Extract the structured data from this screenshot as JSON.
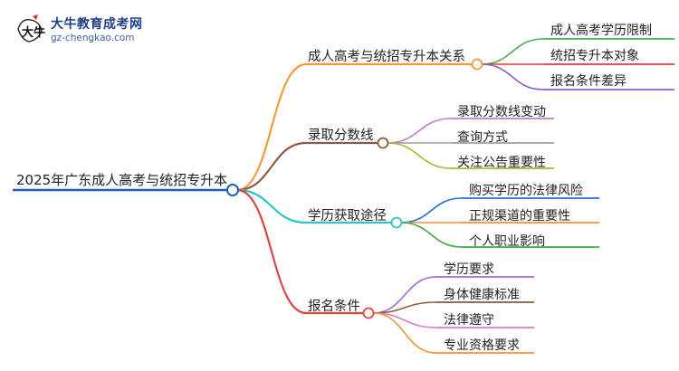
{
  "logo": {
    "title": "大牛教育成考网",
    "url": "gz-chengkao.com",
    "mark_text": "大牛"
  },
  "mindmap": {
    "root": {
      "label": "2025年广东成人高考与统招专升本",
      "color": "#1f5fbf"
    },
    "branches": [
      {
        "label": "成人高考与统招专升本关系",
        "color": "#f39a3c",
        "leaves": [
          {
            "label": "成人高考学历限制",
            "color": "#4caf50"
          },
          {
            "label": "统招专升本对象",
            "color": "#e53935"
          },
          {
            "label": "报名条件差异",
            "color": "#8e5cc8"
          }
        ]
      },
      {
        "label": "录取分数线",
        "color": "#8d5a45",
        "leaves": [
          {
            "label": "录取分数线变动",
            "color": "#c07bd6"
          },
          {
            "label": "查询方式",
            "color": "#9e9e9e"
          },
          {
            "label": "关注公告重要性",
            "color": "#b5b52e"
          }
        ]
      },
      {
        "label": "学历获取途径",
        "color": "#2ec4c4",
        "leaves": [
          {
            "label": "购买学历的法律风险",
            "color": "#1e6fd9"
          },
          {
            "label": "正规渠道的重要性",
            "color": "#f2932f"
          },
          {
            "label": "个人职业影响",
            "color": "#43a843"
          }
        ]
      },
      {
        "label": "报名条件",
        "color": "#e04545",
        "leaves": [
          {
            "label": "学历要求",
            "color": "#9b6bc9"
          },
          {
            "label": "身体健康标准",
            "color": "#8d5a45"
          },
          {
            "label": "法律遵守",
            "color": "#d77ac9"
          },
          {
            "label": "专业资格要求",
            "color": "#f2932f"
          }
        ]
      }
    ]
  }
}
